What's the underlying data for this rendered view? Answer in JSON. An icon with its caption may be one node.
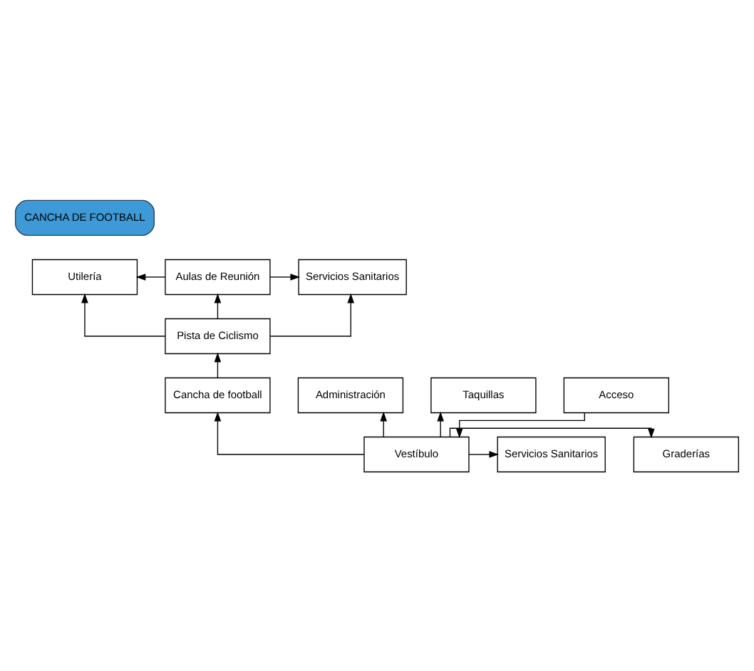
{
  "diagram": {
    "nodes": [
      {
        "text": [
          "CANCHA DE FOOTBALL"
        ]
      },
      {
        "text": [
          "Utilería"
        ]
      },
      {
        "text": [
          "Aulas de Reunión"
        ]
      },
      {
        "text": [
          "Servicios Sanitarios"
        ]
      },
      {
        "text": [
          "Pista de Ciclismo"
        ]
      },
      {
        "text": [
          "Cancha de football"
        ]
      },
      {
        "text": [
          "Servicios Sanitarios"
        ]
      },
      {
        "text": [
          "Vestíbulo"
        ]
      },
      {
        "text": [
          "Graderías"
        ]
      },
      {
        "text": [
          "Administración"
        ]
      },
      {
        "text": [
          "Taquillas"
        ]
      },
      {
        "text": [
          "Acceso"
        ]
      }
    ],
    "edges": [
      {
        "from": 2,
        "to": 1,
        "arrow": "to"
      },
      {
        "from": 2,
        "to": 3,
        "arrow": "to"
      },
      {
        "from": 4,
        "to": 2,
        "arrow": "to"
      },
      {
        "from": 4,
        "to": 1,
        "arrow": "to"
      },
      {
        "from": 4,
        "to": 3,
        "arrow": "to"
      },
      {
        "from": 5,
        "to": 4,
        "arrow": "to"
      },
      {
        "from": 7,
        "to": 5,
        "arrow": "to"
      },
      {
        "from": 7,
        "to": 6,
        "arrow": "to"
      },
      {
        "from": 7,
        "to": 9,
        "arrow": "to"
      },
      {
        "from": 7,
        "to": 8,
        "arrow": "to"
      },
      {
        "from": 7,
        "to": 10,
        "arrow": "to"
      },
      {
        "from": 11,
        "to": 7,
        "arrow": "to"
      }
    ]
  }
}
